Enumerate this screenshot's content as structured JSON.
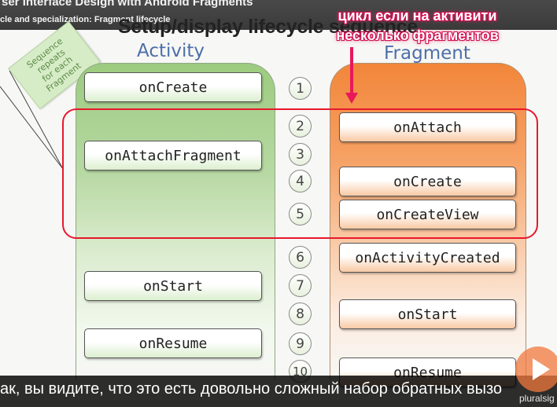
{
  "header": {
    "course_title": "ser Interface Design with Android Fragments",
    "module_title": "cle and specialization: Fragment lifecycle",
    "slide_title": "Setup/display lifecycle sequence"
  },
  "annotation": {
    "line1": "цикл если на активити",
    "line2": "несколько фрагментов",
    "color": "#e8185a"
  },
  "sticky_note": {
    "line1": "Sequence repeats",
    "line2": "for each Fragment"
  },
  "columns": {
    "activity_header": "Activity",
    "fragment_header": "Fragment",
    "activity_color": "#9ccb7f",
    "fragment_color": "#f2863a"
  },
  "activity_methods": [
    "onCreate",
    "onAttachFragment",
    "onStart",
    "onResume"
  ],
  "fragment_methods": [
    "onAttach",
    "onCreate",
    "onCreateView",
    "onActivityCreated",
    "onStart",
    "onResume"
  ],
  "steps": [
    "1",
    "2",
    "3",
    "4",
    "5",
    "6",
    "7",
    "8",
    "9",
    "10"
  ],
  "highlight_color": "#e8182c",
  "subtitle": "ак, вы видите, что это есть довольно сложный набор обратных вызо",
  "player": {
    "brand": "pluralsig",
    "play_icon": "play-icon"
  }
}
